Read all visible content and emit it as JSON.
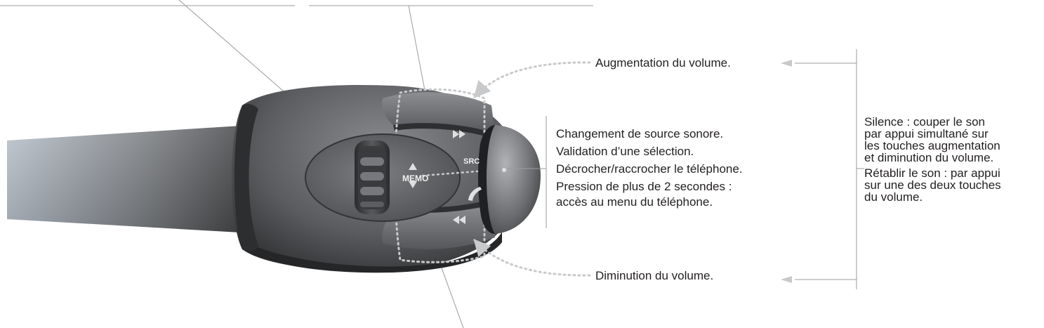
{
  "labels": {
    "volume_up": "Augmentation du volume.",
    "volume_down": "Diminution du volume.",
    "source_lines": [
      "Changement de source sonore.",
      "Validation d’une sélection.",
      "Décrocher/raccrocher le téléphone.",
      "Pression de plus de 2 secondes :",
      "accès au menu du téléphone."
    ],
    "mute_lines": [
      "Silence : couper le son",
      "par appui simultané sur",
      "les touches augmentation",
      "et diminution du volume.",
      "Rétablir le son : par appui",
      "sur une des deux touches",
      "du volume."
    ]
  },
  "stalk_markings": {
    "memo": "MEMO",
    "src": "SRC"
  },
  "icons": {
    "next": "fast-forward-icon",
    "previous": "rewind-icon",
    "phone": "phone-handset-icon",
    "memo_up": "triangle-up-icon",
    "memo_down": "triangle-down-icon"
  },
  "colors": {
    "stalk_dark": "#3a3a3c",
    "stalk_mid": "#6d6e70",
    "stalk_light": "#a7a9ac",
    "leader_lines": "#9a9b9d",
    "dotted_outline": "#c8c9cb",
    "text": "#231f20"
  }
}
